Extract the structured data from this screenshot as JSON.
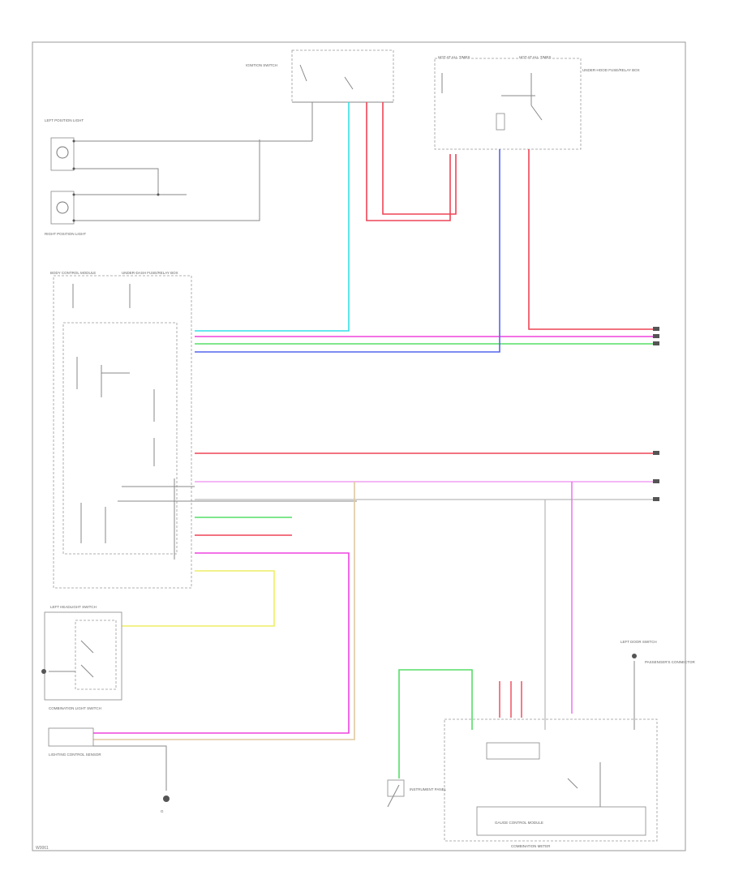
{
  "diagram": {
    "footer_code": "W0061",
    "labels": {
      "ignition_switch": "IGNITION SWITCH",
      "fuse_box_top_left": "HOT AT ALL TIMES",
      "fuse_box_top_right": "HOT AT ALL TIMES",
      "under_hood_relay": "UNDER-HOOD FUSE/RELAY BOX",
      "left_position_lights": "LEFT POSITION LIGHT",
      "right_position_lights": "RIGHT POSITION LIGHT",
      "body_control": "BODY CONTROL MODULE",
      "under_dash_fuse": "UNDER-DASH FUSE/RELAY BOX",
      "left_switch": "LEFT HEADLIGHT SWITCH",
      "combination_switch": "COMBINATION LIGHT SWITCH",
      "lighting_control": "LIGHTING CONTROL SENSOR",
      "ground_g": "G",
      "gauge_control": "GAUGE CONTROL MODULE",
      "combination_meter": "COMBINATION METER",
      "instrument_panel": "INSTRUMENT PANEL",
      "left_door": "LEFT DOOR SWITCH",
      "passenger_connector": "PASSENGER'S CONNECTOR"
    }
  }
}
